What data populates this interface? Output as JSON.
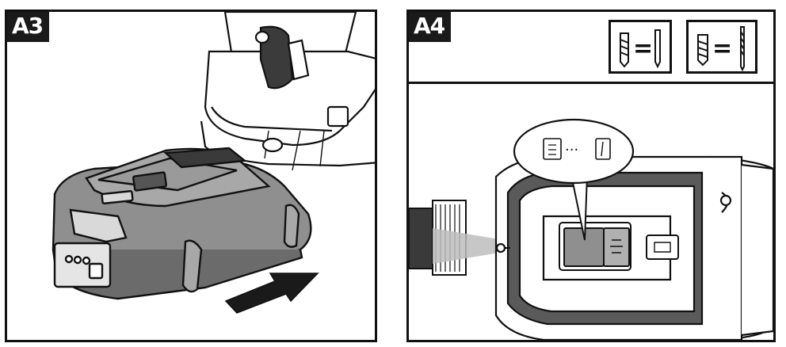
{
  "panels": [
    {
      "id": "a3",
      "label": "A3"
    },
    {
      "id": "a4",
      "label": "A4"
    }
  ],
  "legend": {
    "screw_bit": {
      "symbol": "="
    },
    "drill_bit": {
      "symbol": "="
    }
  },
  "callout": {
    "ellipsis": "···"
  },
  "colors": {
    "ink": "#111111",
    "device_gray": "#8f8f8f",
    "dark_gray": "#555555",
    "light_gray": "#d9d9d9"
  }
}
